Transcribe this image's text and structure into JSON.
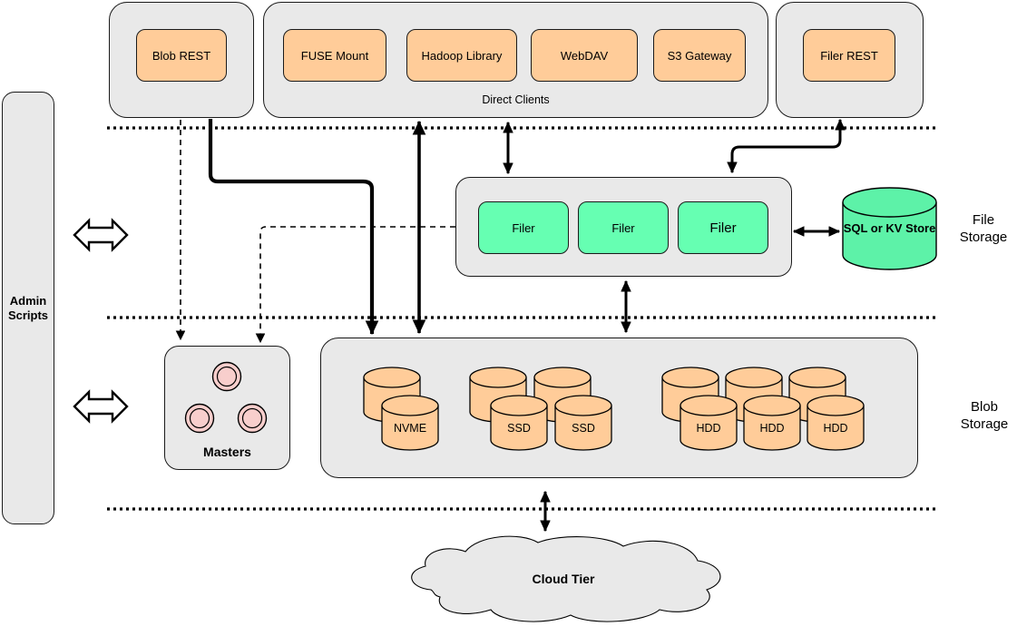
{
  "admin": {
    "label": "Admin Scripts"
  },
  "top_row": {
    "blob_rest": "Blob REST",
    "direct_clients_label": "Direct Clients",
    "clients": [
      "FUSE Mount",
      "Hadoop Library",
      "WebDAV",
      "S3 Gateway"
    ],
    "filer_rest": "Filer REST"
  },
  "file_storage": {
    "section_label": "File Storage",
    "filers": [
      "Filer",
      "Filer",
      "Filer"
    ],
    "kv_store": "SQL or KV Store"
  },
  "blob_storage": {
    "section_label": "Blob Storage",
    "masters_label": "Masters",
    "disks": [
      "NVME",
      "SSD",
      "SSD",
      "HDD",
      "HDD",
      "HDD"
    ]
  },
  "cloud": {
    "label": "Cloud Tier"
  },
  "colors": {
    "container": "#e9e9e9",
    "client": "#ffcc99",
    "filer": "#66ffb2",
    "store": "#5df2a8",
    "disk": "#ffcc99",
    "master_node": "#f8cecc"
  }
}
